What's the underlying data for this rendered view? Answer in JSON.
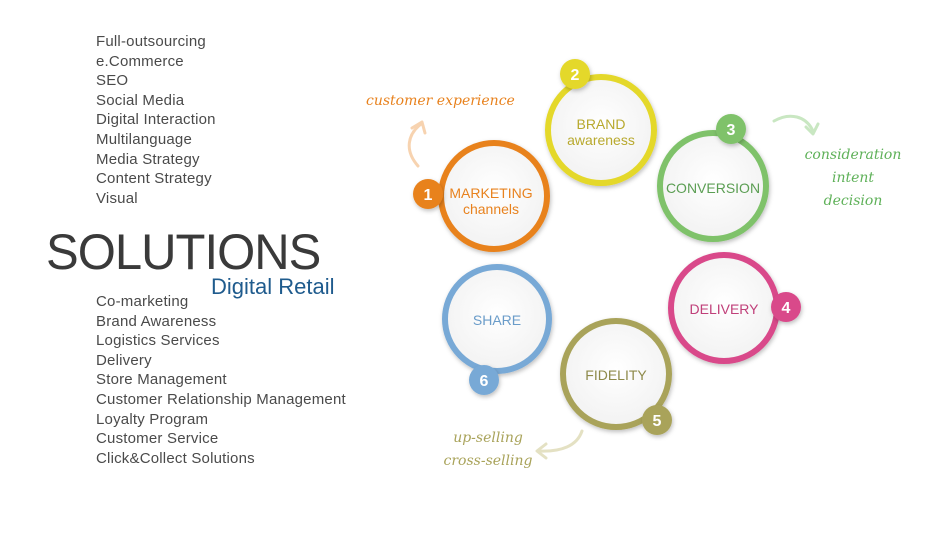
{
  "solutions": {
    "title": "SOLUTIONS",
    "subtitle": "Digital Retail",
    "top_list": [
      "Full-outsourcing",
      "e.Commerce",
      "SEO",
      "Social Media",
      "Digital Interaction",
      "Multilanguage",
      "Media Strategy",
      "Content Strategy",
      "Visual"
    ],
    "bottom_list": [
      "Co-marketing",
      "Brand Awareness",
      "Logistics Services",
      "Delivery",
      "Store Management",
      "Customer Relationship Management",
      "Loyalty Program",
      "Customer Service",
      "Click&Collect Solutions"
    ]
  },
  "cycle": {
    "steps": [
      {
        "number": "1",
        "line1": "MARKETING",
        "line2": "channels",
        "color": "#e8821e"
      },
      {
        "number": "2",
        "line1": "BRAND",
        "line2": "awareness",
        "color": "#e4d82a"
      },
      {
        "number": "3",
        "line1": "CONVERSION",
        "line2": "",
        "color": "#7fc26a"
      },
      {
        "number": "4",
        "line1": "DELIVERY",
        "line2": "",
        "color": "#d94a8a"
      },
      {
        "number": "5",
        "line1": "FIDELITY",
        "line2": "",
        "color": "#a9a35a"
      },
      {
        "number": "6",
        "line1": "SHARE",
        "line2": "",
        "color": "#78a9d6"
      }
    ],
    "annotations": {
      "customer": [
        "customer experience"
      ],
      "conversion": [
        "consideration",
        "intent",
        "decision"
      ],
      "fidelity": [
        "up-selling",
        "cross-selling"
      ]
    }
  }
}
